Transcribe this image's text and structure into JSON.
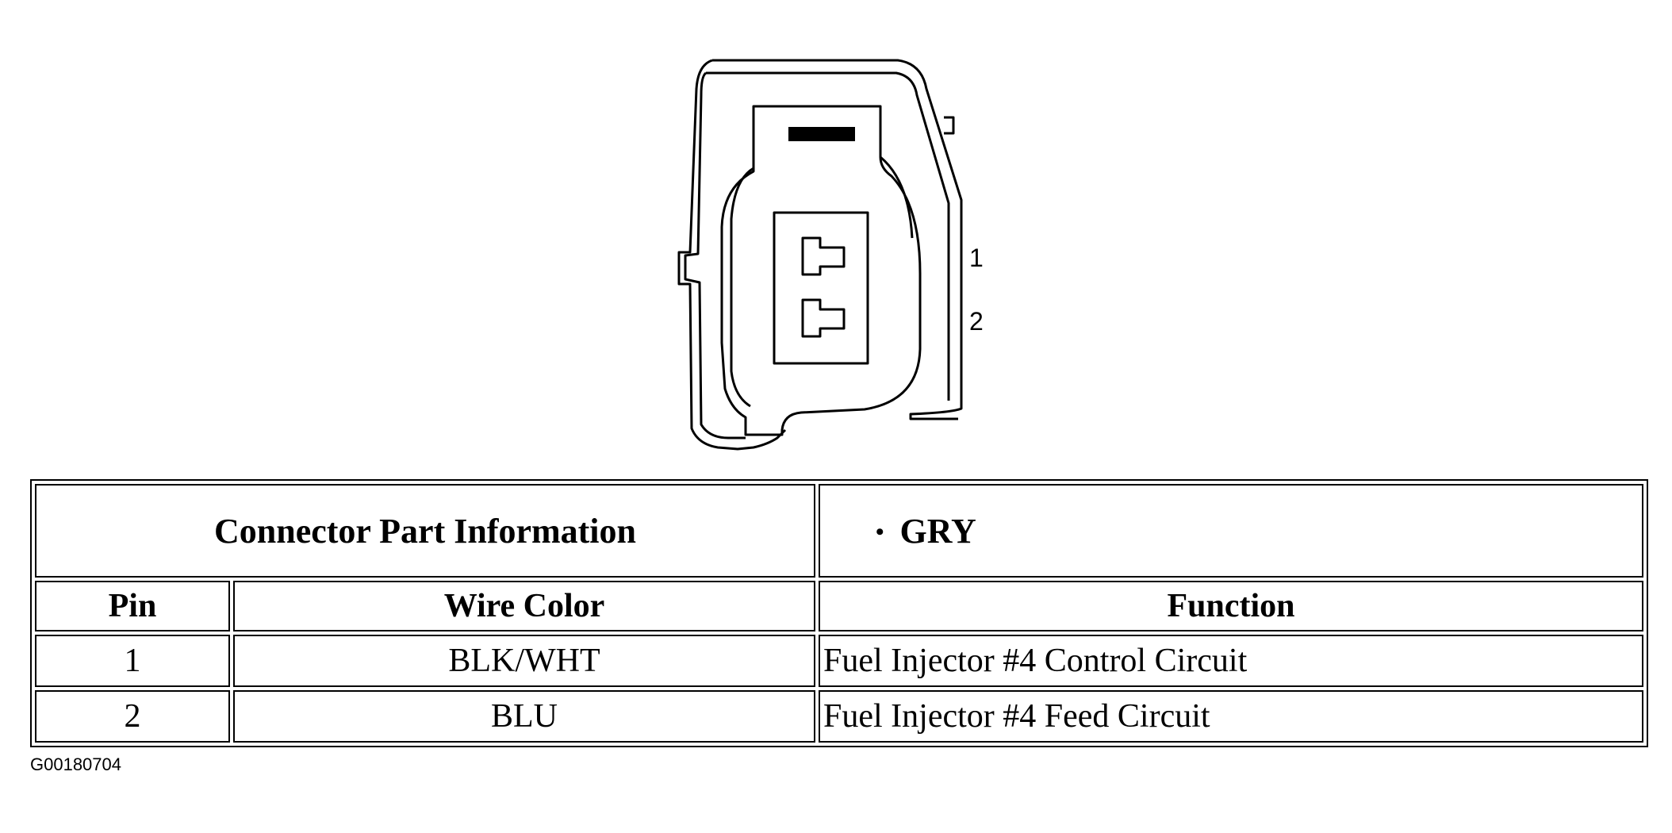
{
  "connector": {
    "pin_labels": [
      "1",
      "2"
    ]
  },
  "table": {
    "header_left": "Connector Part Information",
    "header_right_bullet": "•",
    "header_right": "GRY",
    "columns": {
      "pin": "Pin",
      "wire_color": "Wire Color",
      "function": "Function"
    },
    "rows": [
      {
        "pin": "1",
        "wire_color": "BLK/WHT",
        "function": "Fuel Injector #4 Control Circuit"
      },
      {
        "pin": "2",
        "wire_color": "BLU",
        "function": "Fuel Injector #4 Feed Circuit"
      }
    ]
  },
  "figure_code": "G00180704"
}
